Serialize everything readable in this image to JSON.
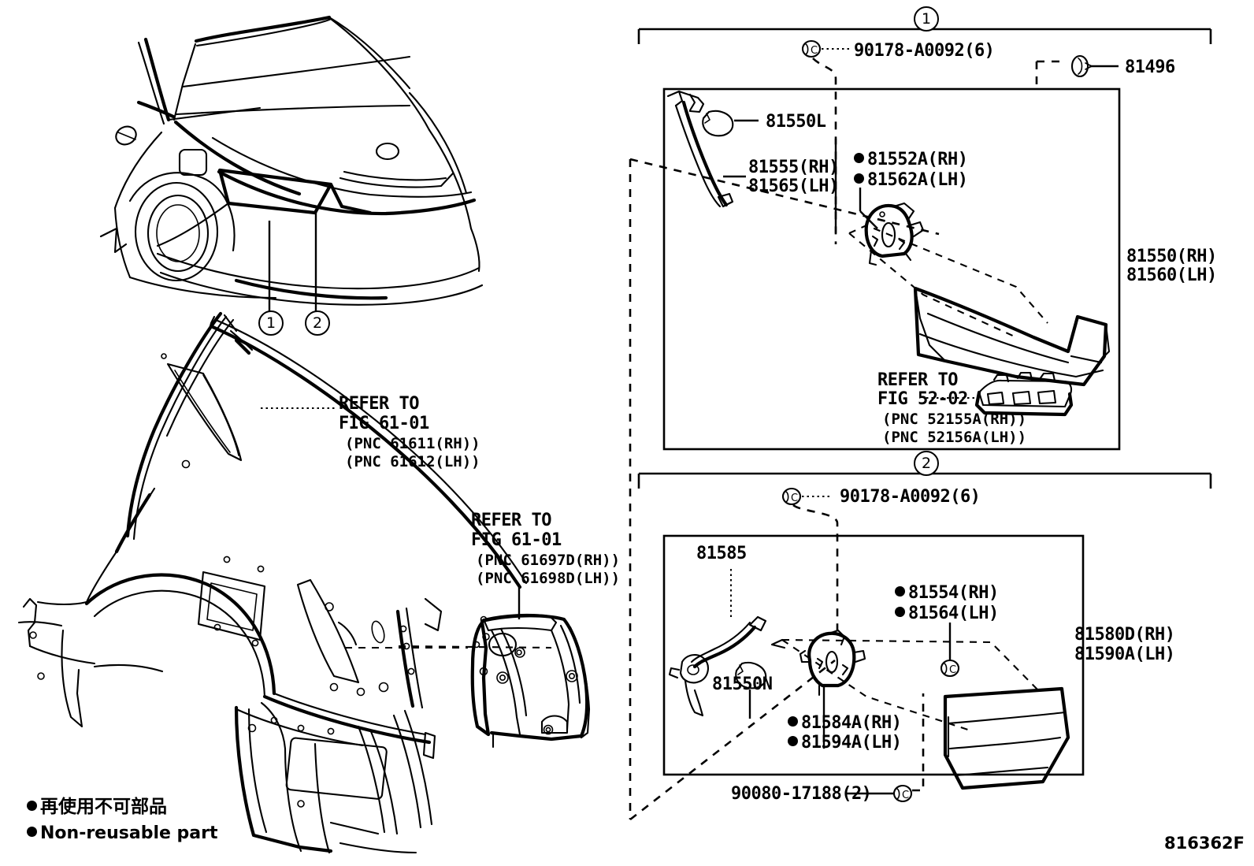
{
  "diagram": {
    "figure_code": "816362F",
    "title_parts_catalog": "Rear combination lamp / quarter panel parts diagram"
  },
  "legend": {
    "japanese": "再使用不可部品",
    "english": "Non-reusable part"
  },
  "vehicle_callouts": [
    {
      "id": "1",
      "label": "1"
    },
    {
      "id": "2",
      "label": "2"
    }
  ],
  "quarter_panel_refs": [
    {
      "line1": "REFER TO",
      "line2": "FIG 61-01",
      "line3": "(PNC 61611(RH))",
      "line4": "(PNC 61612(LH))"
    },
    {
      "line1": "REFER TO",
      "line2": "FIG 61-01",
      "line3": "(PNC 61697D(RH))",
      "line4": "(PNC 61698D(LH))"
    }
  ],
  "section1": {
    "marker": "1",
    "assembly_label_rh": "81550(RH)",
    "assembly_label_lh": "81560(LH)",
    "parts": [
      {
        "name": "bolt-90178",
        "number": "90178-A0092(6)",
        "nonreusable": false
      },
      {
        "name": "clip-81496",
        "number": "81496",
        "nonreusable": false
      },
      {
        "name": "socket-81550L",
        "number": "81550L",
        "nonreusable": false
      },
      {
        "name": "cord-81555-rh",
        "number": "81555(RH)",
        "nonreusable": false
      },
      {
        "name": "cord-81565-lh",
        "number": "81565(LH)",
        "nonreusable": false
      },
      {
        "name": "packing-81552A-rh",
        "number": "81552A(RH)",
        "nonreusable": true
      },
      {
        "name": "packing-81562A-lh",
        "number": "81562A(LH)",
        "nonreusable": true
      }
    ],
    "refer_block": {
      "line1": "REFER TO",
      "line2": "FIG 52-02",
      "line3": "(PNC 52155A(RH))",
      "line4": "(PNC 52156A(LH))"
    }
  },
  "section2": {
    "marker": "2",
    "assembly_label_rh": "81580D(RH)",
    "assembly_label_lh": "81590A(LH)",
    "parts": [
      {
        "name": "bolt-90178",
        "number": "90178-A0092(6)",
        "nonreusable": false
      },
      {
        "name": "cord-81585",
        "number": "81585",
        "nonreusable": false
      },
      {
        "name": "socket-81550N",
        "number": "81550N",
        "nonreusable": false
      },
      {
        "name": "packing-81554-rh",
        "number": "81554(RH)",
        "nonreusable": true
      },
      {
        "name": "packing-81564-lh",
        "number": "81564(LH)",
        "nonreusable": true
      },
      {
        "name": "packing-81584A-rh",
        "number": "81584A(RH)",
        "nonreusable": true
      },
      {
        "name": "packing-81594A-lh",
        "number": "81594A(LH)",
        "nonreusable": true
      },
      {
        "name": "nut-90080",
        "number": "90080-17188(2)",
        "nonreusable": false
      }
    ]
  }
}
